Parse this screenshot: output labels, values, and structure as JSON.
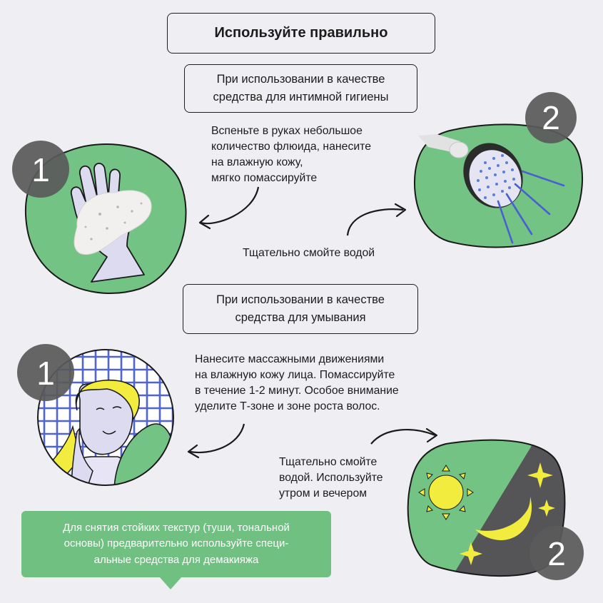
{
  "title": "Используйте правильно",
  "section_intimate": {
    "heading_line1": "При использовании в качестве",
    "heading_line2": "средства  для интимной гигиены",
    "step1_number": "1",
    "step1_text": [
      "Вспеньте в руках небольшое",
      "количество флюида, нанесите",
      "на влажную кожу,",
      "мягко помассируйте"
    ],
    "step2_number": "2",
    "step2_text": "Тщательно смойте водой"
  },
  "section_face": {
    "heading_line1": "При использовании в качестве",
    "heading_line2": "средства для умывания",
    "step1_number": "1",
    "step1_text": [
      "Нанесите массажными движениями",
      "на влажную кожу лица. Помассируйте",
      "в течение 1-2 минут. Особое внимание",
      "уделите Т-зоне и зоне роста волос."
    ],
    "step2_number": "2",
    "step2_text": [
      "Тщательно смойте",
      "водой. Используйте",
      "утром и вечером"
    ]
  },
  "note": {
    "text_line1": "Для снятия стойких текстур (туши, тональной",
    "text_line2": "основы) предварительно используйте специ-",
    "text_line3": "альные средства для демакияжа"
  },
  "colors": {
    "background": "#efeef2",
    "green": "#72c384",
    "dark_grey": "#5a5a5a",
    "blue": "#4a5fd2",
    "lavender": "#dcdbf0",
    "yellow": "#f1ec3d"
  },
  "icons": [
    "hand-foam-icon",
    "shower-head-icon",
    "woman-face-icon",
    "day-night-icon",
    "curved-arrow-icon"
  ]
}
